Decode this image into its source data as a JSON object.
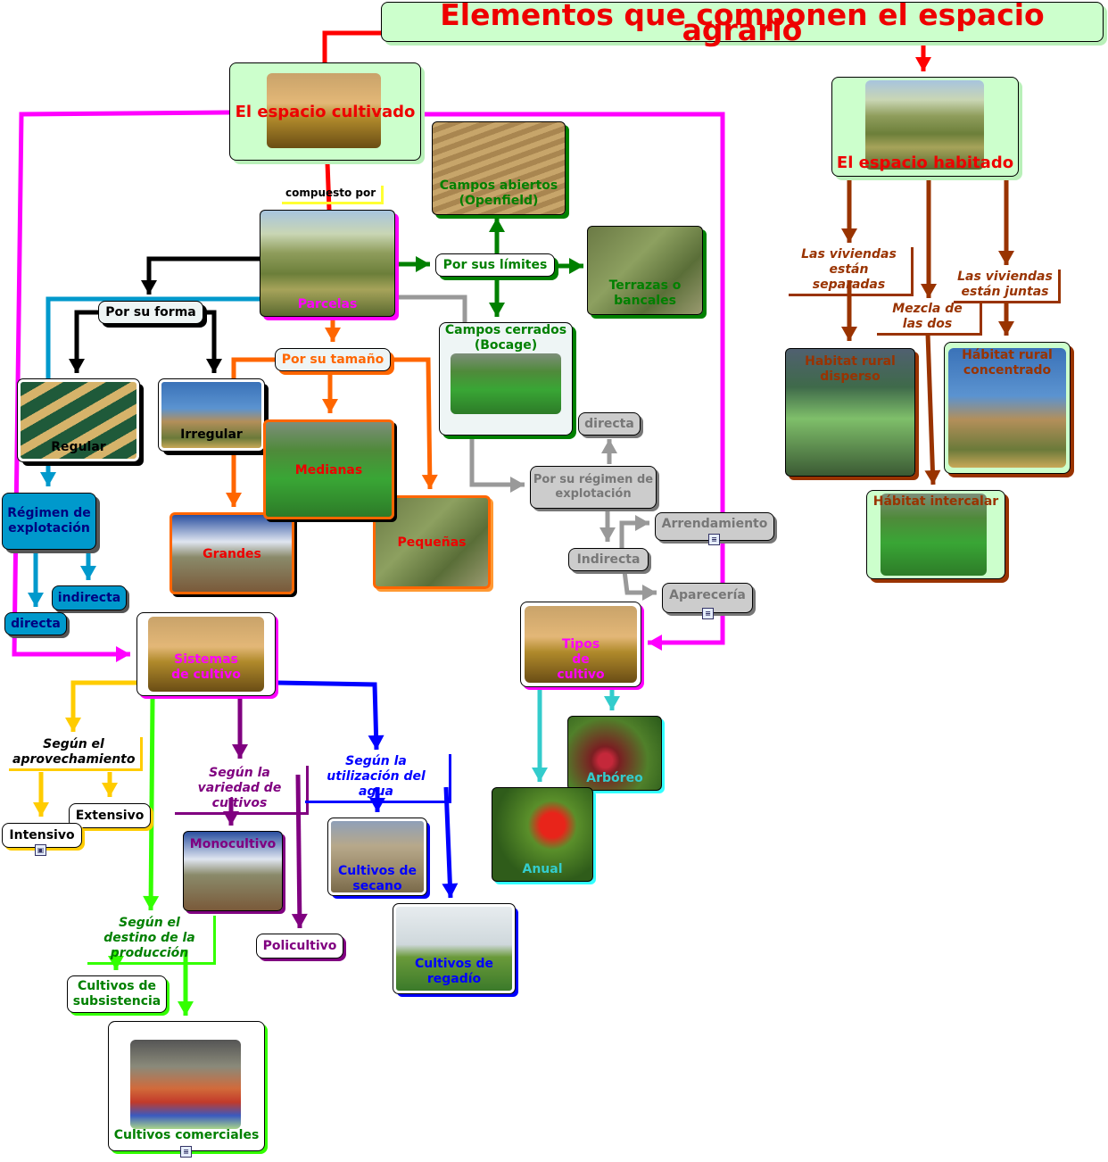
{
  "title": "Elementos que componen el espacio agrario",
  "nodes": {
    "cultivado": "El espacio cultivado",
    "habitado": "El espacio habitado",
    "parcelas": "Parcelas",
    "abiertos": "Campos abiertos (Openfield)",
    "limites": "Por sus límites",
    "terrazas": "Terrazas o bancales",
    "cerrados": "Campos cerrados (Bocage)",
    "forma": "Por su forma",
    "tamano": "Por su tamaño",
    "regular": "Regular",
    "irregular": "Irregular",
    "medianas": "Medianas",
    "grandes": "Grandes",
    "pequenas": "Pequeñas",
    "directa_gris": "directa",
    "por_regimen": "Por su régimen de explotación",
    "arrendamiento": "Arrendamiento",
    "indirecta_gris": "Indirecta",
    "aparceria": "Aparecería",
    "regimen": "Régimen de explotación",
    "indirecta": "indirecta",
    "directa": "directa",
    "sistemas": "Sistemas de cultivo",
    "tipos": "Tipos de cultivo",
    "arboreo": "Arbóreo",
    "anual": "Anual",
    "extensivo": "Extensivo",
    "intensivo": "Intensivo",
    "monocultivo": "Monocultivo",
    "secano": "Cultivos de secano",
    "policultivo": "Policultivo",
    "regadio": "Cultivos de regadío",
    "subsistencia": "Cultivos de subsistencia",
    "comerciales": "Cultivos comerciales",
    "disperso": "Habitat rural disperso",
    "concentrado": "Hábitat rural concentrado",
    "intercalar": "Hábitat intercalar"
  },
  "links": {
    "compuesto": "compuesto por",
    "aprovechamiento": "Según el aprovechamiento",
    "variedad": "Según la variedad de cultivos",
    "agua": "Según la utilización del agua",
    "destino": "Según el destino de la producción",
    "separadas": "Las viviendas están separadas",
    "mezcla": "Mezcla de las dos",
    "juntas": "Las viviendas están juntas"
  },
  "colors": {
    "title": "#ee0000",
    "cultivado": "#ff00ff",
    "habitado": "#993300",
    "green": "#008000",
    "orange": "#ff6600",
    "gray": "#999999",
    "blue": "#0099cc",
    "purple": "#800080",
    "water": "#0000ff",
    "lime": "#33ff00",
    "yellow": "#ffcc00",
    "teal": "#33cccc"
  }
}
